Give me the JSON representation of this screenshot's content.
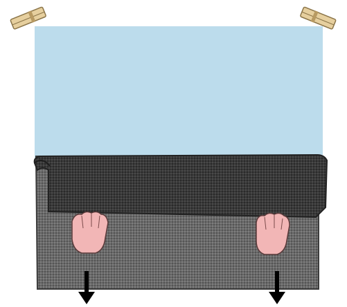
{
  "illustration": {
    "elements": [
      {
        "name": "wall-surface",
        "kind": "rectangle",
        "color": "#bcdcec"
      },
      {
        "name": "roll-cloth",
        "kind": "fabric",
        "color": "#3a3a3a"
      },
      {
        "name": "hanging-cloth",
        "kind": "fabric",
        "color": "#6a6a6a"
      },
      {
        "name": "clamp-left",
        "kind": "clothes-pin",
        "color": "#e6cf9e"
      },
      {
        "name": "clamp-right",
        "kind": "clothes-pin",
        "color": "#e6cf9e"
      },
      {
        "name": "hand-left",
        "kind": "hand",
        "color": "#f2b6b6"
      },
      {
        "name": "hand-right",
        "kind": "hand",
        "color": "#f2b6b6"
      },
      {
        "name": "arrow-down-left",
        "kind": "arrow-icon",
        "direction": "down",
        "color": "#000000"
      },
      {
        "name": "arrow-down-right",
        "kind": "arrow-icon",
        "direction": "down",
        "color": "#000000"
      }
    ]
  }
}
